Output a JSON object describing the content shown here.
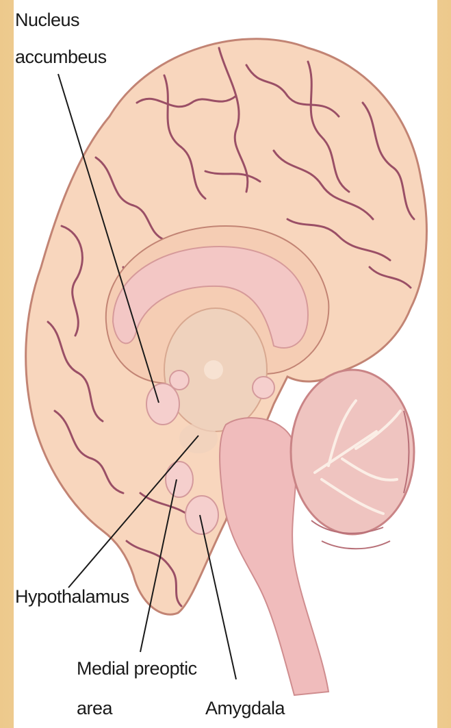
{
  "labels": {
    "nucleus_accumbens_line1": "Nucleus",
    "nucleus_accumbens_line2": "accumbeus",
    "hypothalamus": "Hypothalamus",
    "medial_preoptic_line1": "Medial preoptic",
    "medial_preoptic_line2": "area",
    "amygdala": "Amygdala"
  },
  "colors": {
    "frame": "#f2d9a6",
    "cortex": "#f8d6bd",
    "cortex_fold": "#9a4f66",
    "cortex_shadow": "#eec2a8",
    "corpus_callosum": "#f3c7c5",
    "thalamus": "#efd2bd",
    "brainstem": "#f0bcbc",
    "cerebellum": "#efc4c0",
    "structure_nodule": "#f5cfcd",
    "leader_line": "#1a1a1a"
  }
}
